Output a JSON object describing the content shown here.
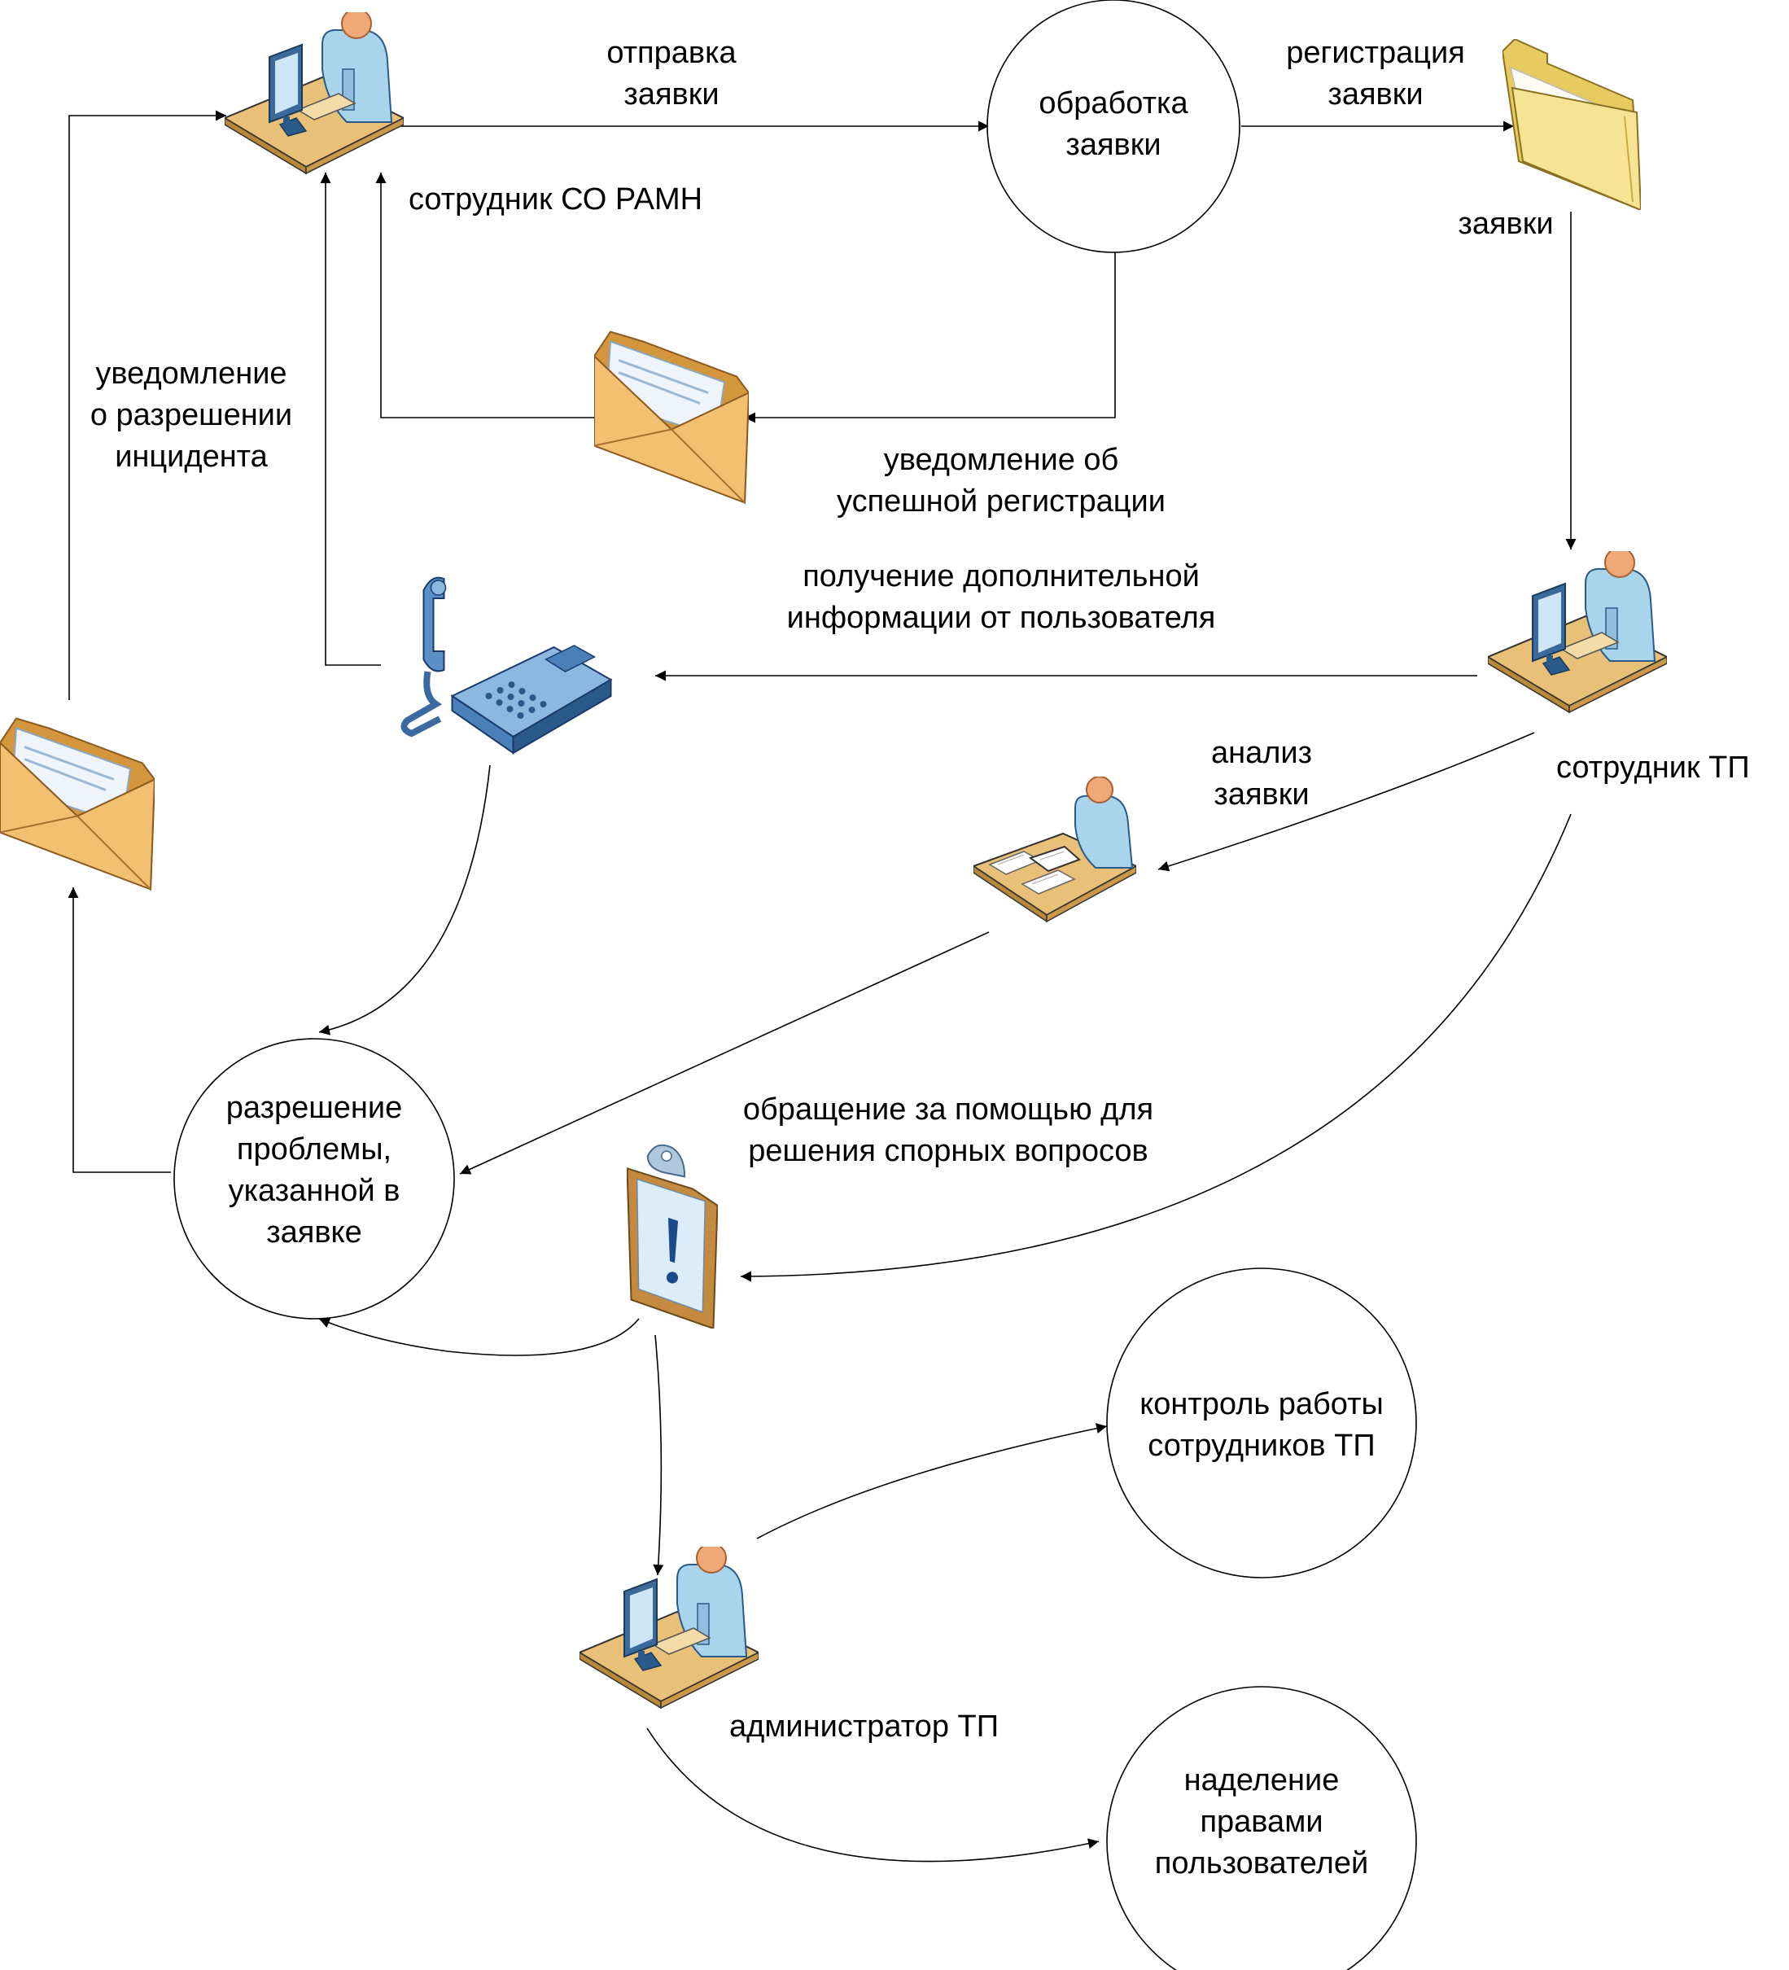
{
  "actors": {
    "user": {
      "label": "сотрудник СО РАМН",
      "icon": "user-at-computer-icon"
    },
    "support": {
      "label": "сотрудник ТП",
      "icon": "user-at-computer-icon"
    },
    "admin": {
      "label": "администратор ТП",
      "icon": "user-at-computer-icon"
    }
  },
  "processes": {
    "processing": "обработка\nзаявки",
    "resolution": "разрешение\nпроблемы,\nуказанной в\nзаявке",
    "control": "контроль работы\nсотрудников ТП",
    "rights": "наделение\nправами\nпользователей"
  },
  "stores": {
    "requests": {
      "label": "заявки",
      "icon": "folder-icon"
    }
  },
  "flows": {
    "send_request": "отправка\nзаявки",
    "register_request": "регистрация\nзаявки",
    "registration_notice": "уведомление об\nуспешной регистрации",
    "extra_info": "получение дополнительной\nинформации от пользователя",
    "analysis": "анализ\nзаявки",
    "incident_notice": "уведомление\nо разрешении\nинцидента",
    "help_request": "обращение за помощью для\nрешения спорных вопросов"
  },
  "icons": {
    "envelope": "envelope-icon",
    "phone": "telephone-icon",
    "analyst": "user-reading-papers-icon",
    "clipboard": "clipboard-alert-icon"
  },
  "colors": {
    "skin": "#f0a878",
    "shirt": "#a8d4ec",
    "desk": "#e8c078",
    "monitor": "#2a5a8a",
    "envelope": "#e8b060",
    "folder": "#f4e080",
    "phone": "#4a80b8"
  }
}
